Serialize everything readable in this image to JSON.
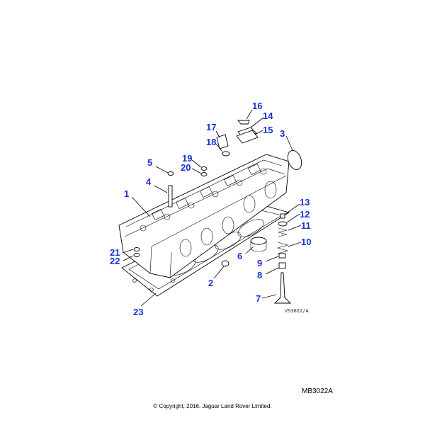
{
  "diagram": {
    "callout_color": "#1a2fd6",
    "line_color": "#000000",
    "drawing_code": "VS3022/A",
    "reference_code": "MB3022A",
    "copyright": "© Copyright, 2016. Jaguar Land Rover Limited.",
    "callouts": [
      {
        "id": "c1",
        "label": "1"
      },
      {
        "id": "c2",
        "label": "2"
      },
      {
        "id": "c3",
        "label": "3"
      },
      {
        "id": "c4",
        "label": "4"
      },
      {
        "id": "c5",
        "label": "5"
      },
      {
        "id": "c6",
        "label": "6"
      },
      {
        "id": "c7",
        "label": "7"
      },
      {
        "id": "c8",
        "label": "8"
      },
      {
        "id": "c9",
        "label": "9"
      },
      {
        "id": "c10",
        "label": "10"
      },
      {
        "id": "c11",
        "label": "11"
      },
      {
        "id": "c12",
        "label": "12"
      },
      {
        "id": "c13",
        "label": "13"
      },
      {
        "id": "c14",
        "label": "14"
      },
      {
        "id": "c15",
        "label": "15"
      },
      {
        "id": "c16",
        "label": "16"
      },
      {
        "id": "c17",
        "label": "17"
      },
      {
        "id": "c18",
        "label": "18"
      },
      {
        "id": "c19",
        "label": "19"
      },
      {
        "id": "c20",
        "label": "20"
      },
      {
        "id": "c21",
        "label": "21"
      },
      {
        "id": "c22",
        "label": "22"
      },
      {
        "id": "c23",
        "label": "23"
      }
    ]
  }
}
